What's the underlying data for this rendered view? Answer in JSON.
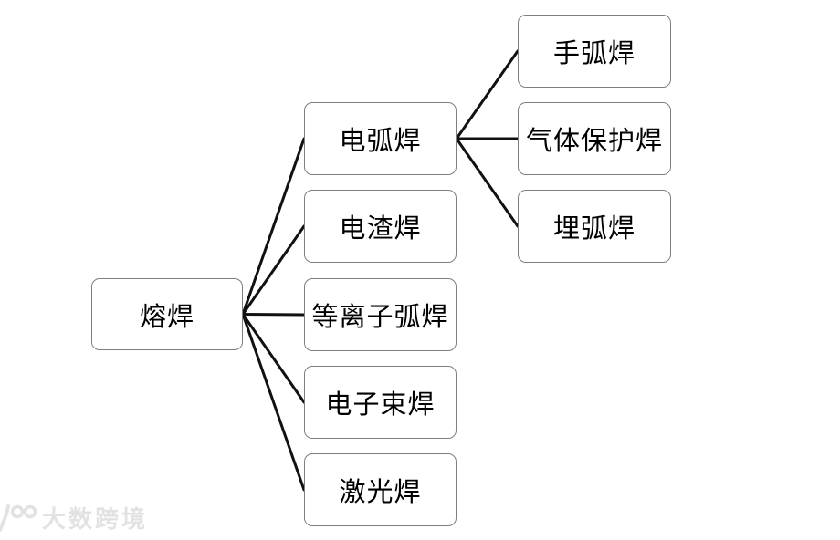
{
  "diagram": {
    "root": {
      "label": "熔焊"
    },
    "level2": [
      {
        "label": "电弧焊"
      },
      {
        "label": "电渣焊"
      },
      {
        "label": "等离子弧焊"
      },
      {
        "label": "电子束焊"
      },
      {
        "label": "激光焊"
      }
    ],
    "level3": [
      {
        "label": "手弧焊"
      },
      {
        "label": "气体保护焊"
      },
      {
        "label": "埋弧焊"
      }
    ],
    "colors": {
      "background": "#ffffff",
      "box_border": "#7f7f7f",
      "line": "#111111",
      "text": "#000000",
      "watermark": "#e2e2e2"
    }
  },
  "watermark": {
    "text": "大数跨境"
  }
}
